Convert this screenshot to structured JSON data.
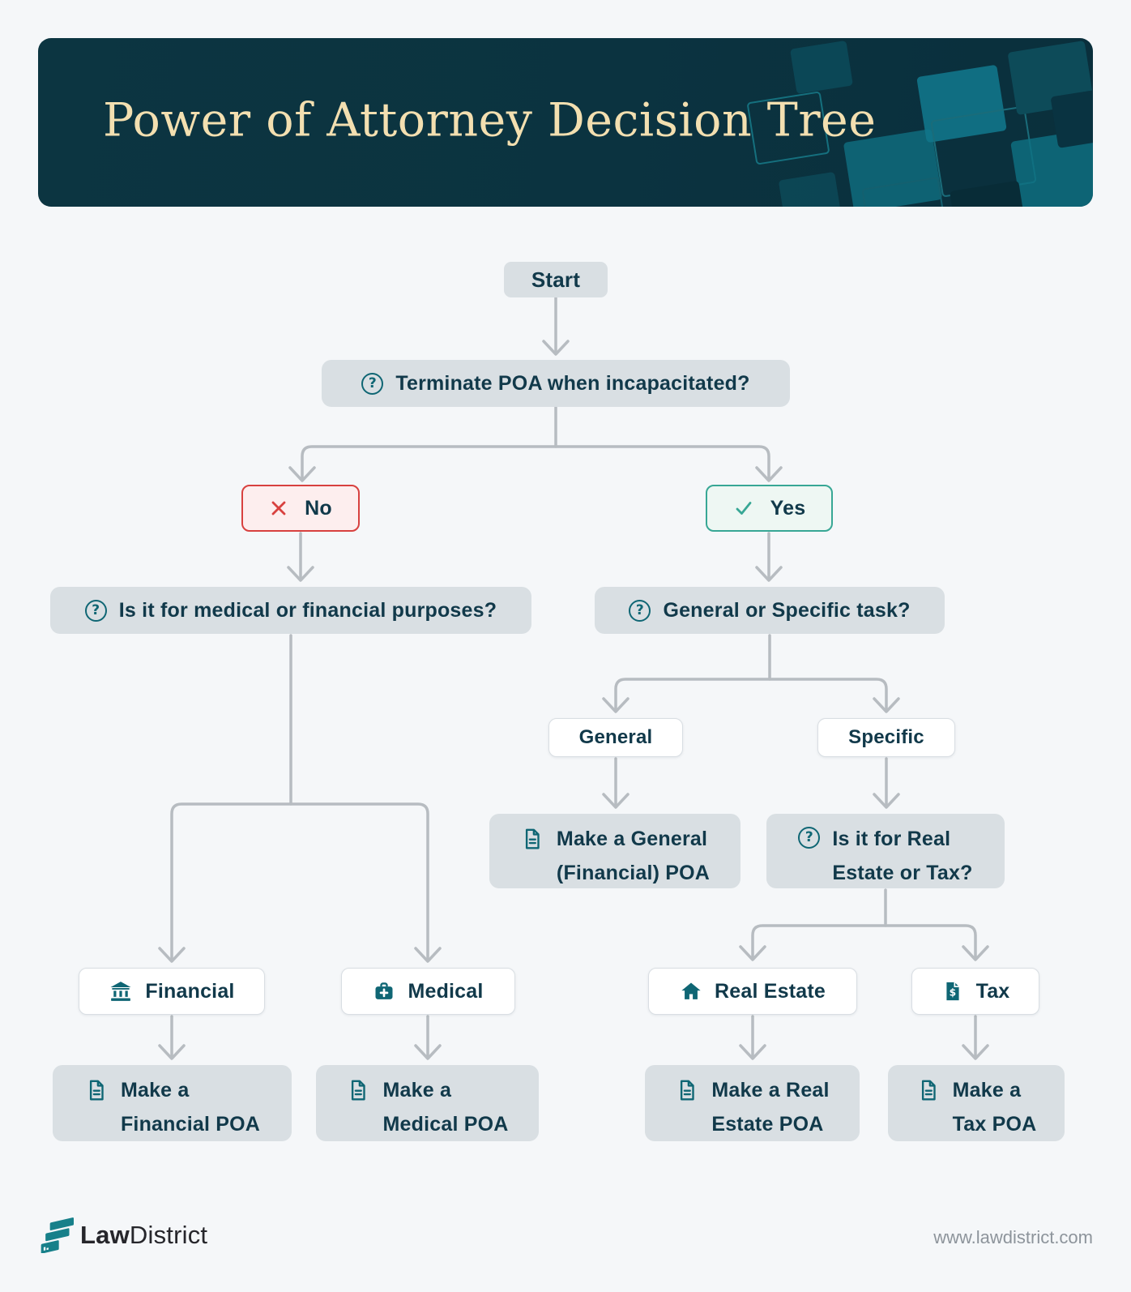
{
  "header": {
    "title": "Power of Attorney Decision Tree"
  },
  "icons": {
    "question_glyph": "?"
  },
  "flow": {
    "start": "Start",
    "q_terminate": "Terminate POA when incapacitated?",
    "no": "No",
    "yes": "Yes",
    "q_purpose": "Is it for medical or financial purposes?",
    "q_task": "General or Specific task?",
    "general": "General",
    "specific": "Specific",
    "make_general": {
      "line1": "Make a General",
      "line2": "(Financial) POA"
    },
    "q_real_estate_tax": {
      "line1": "Is it for Real",
      "line2": "Estate or Tax?"
    },
    "financial": "Financial",
    "medical": "Medical",
    "real_estate": "Real Estate",
    "tax": "Tax",
    "make_financial": {
      "line1": "Make a",
      "line2": "Financial POA"
    },
    "make_medical": {
      "line1": "Make a",
      "line2": "Medical POA"
    },
    "make_real_estate": {
      "line1": "Make a Real",
      "line2": "Estate POA"
    },
    "make_tax": {
      "line1": "Make a",
      "line2": "Tax POA"
    }
  },
  "footer": {
    "logo_bold": "Law",
    "logo_regular": "District",
    "url": "www.lawdistrict.com"
  },
  "colors": {
    "page_bg": "#f5f7f9",
    "header_bg": "#0b3340",
    "title_text": "#f3dfb0",
    "node_bg": "#d9dfe3",
    "node_text": "#11394a",
    "teal_icon": "#0f6674",
    "no_red": "#d8413f",
    "yes_green": "#38a795",
    "connector": "#b7bcc1"
  }
}
